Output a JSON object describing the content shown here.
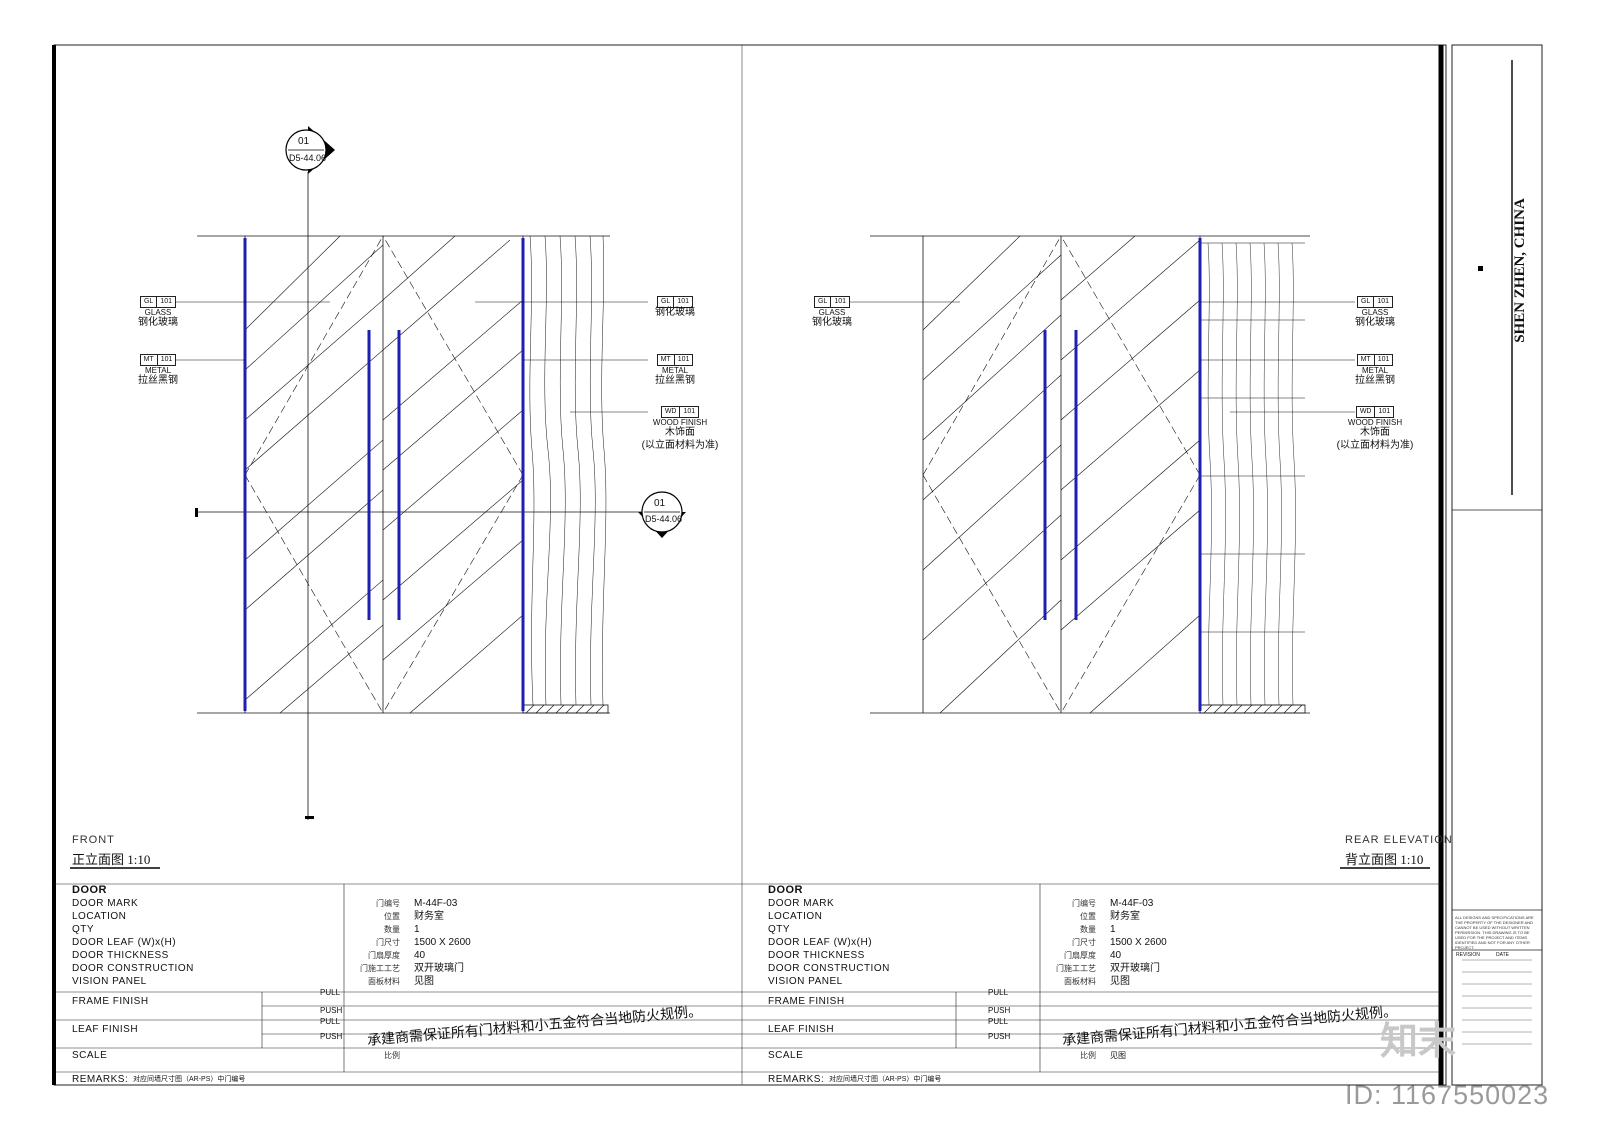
{
  "location": "SHEN ZHEN, CHINA",
  "callout": {
    "ref": "01",
    "sheet": "D5-44.06"
  },
  "front": {
    "title_en": "FRONT",
    "title_cn": "正立面图 1:10"
  },
  "rear": {
    "title_en": "REAR ELEVATION",
    "title_cn": "背立面图 1:10"
  },
  "tags": {
    "glass": {
      "code": "GL",
      "num": "101",
      "en": "GLASS",
      "cn": "钢化玻璃"
    },
    "metal": {
      "code": "MT",
      "num": "101",
      "en": "METAL",
      "cn": "拉丝黑钢"
    },
    "wood": {
      "code": "WD",
      "num": "101",
      "en": "WOOD FINISH",
      "cn": "木饰面",
      "note": "(以立面材料为准)"
    }
  },
  "schedule": {
    "title": "DOOR",
    "rows": [
      {
        "en": "DOOR MARK",
        "cn": "门编号",
        "value": "M-44F-03"
      },
      {
        "en": "LOCATION",
        "cn": "位置",
        "value": "财务室"
      },
      {
        "en": "QTY",
        "cn": "数量",
        "value": "1"
      },
      {
        "en": "DOOR LEAF (W)x(H)",
        "cn": "门尺寸",
        "value": "1500 X 2600"
      },
      {
        "en": "DOOR THICKNESS",
        "cn": "门扇厚度",
        "value": "40"
      },
      {
        "en": "DOOR CONSTRUCTION",
        "cn": "门施工工艺",
        "value": "双开玻璃门"
      },
      {
        "en": "VISION PANEL",
        "cn": "面板材料",
        "value": "见图"
      }
    ],
    "frame_finish": "FRAME FINISH",
    "leaf_finish": "LEAF FINISH",
    "pull": "PULL",
    "push": "PUSH",
    "scale": {
      "en": "SCALE",
      "cn": "比例",
      "value": "见图"
    },
    "remarks": {
      "en": "REMARKS:",
      "text": "对应间墙尺寸图（AR-PS）中门编号"
    },
    "note": "承建商需保证所有门材料和小五金符合当地防火规例。"
  },
  "disclaimer": "ALL DESIGNS AND SPECIFICATIONS ARE THE PROPERTY OF THE DESIGNER AND CANNOT BE USED WITHOUT WRITTEN PERMISSION. THIS DRAWING IS TO BE USED FOR THE PROJECT AND ITEMS IDENTIFIED AND NOT FOR ANY OTHER PROJECT.",
  "revision": {
    "label": "REVISION",
    "date": "DATE"
  },
  "watermark": {
    "id": "ID: 1167550023",
    "logo": "知末"
  },
  "colors": {
    "handle": "#1f1fb0",
    "line": "#111111"
  }
}
